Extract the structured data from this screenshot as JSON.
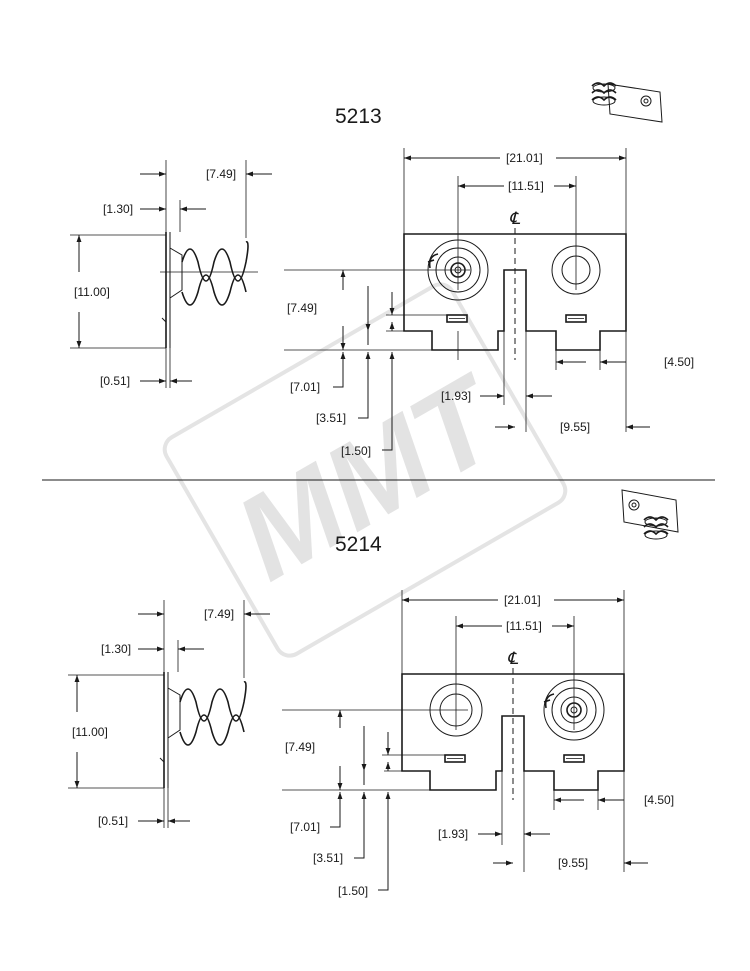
{
  "parts": [
    {
      "part_number": "5213",
      "dimensions": {
        "overall_height": "[7.49]",
        "flange": "[1.30]",
        "plate_height": "[11.00]",
        "plate_thickness": "[0.51]",
        "width": "[21.01]",
        "center_spacing": "[11.51]",
        "contact_height": "[7.49]",
        "tab_height": "[7.01]",
        "slot_height": "[3.51]",
        "tab_offset": "[1.50]",
        "slot_width": "[1.93]",
        "right_tab_offset": "[4.50]",
        "half_width": "[9.55]"
      }
    },
    {
      "part_number": "5214",
      "dimensions": {
        "overall_height": "[7.49]",
        "flange": "[1.30]",
        "plate_height": "[11.00]",
        "plate_thickness": "[0.51]",
        "width": "[21.01]",
        "center_spacing": "[11.51]",
        "contact_height": "[7.49]",
        "tab_height": "[7.01]",
        "slot_height": "[3.51]",
        "tab_offset": "[1.50]",
        "slot_width": "[1.93]",
        "right_tab_offset": "[4.50]",
        "half_width": "[9.55]"
      }
    }
  ],
  "centerline_symbol": "℄",
  "watermark": "MMT"
}
